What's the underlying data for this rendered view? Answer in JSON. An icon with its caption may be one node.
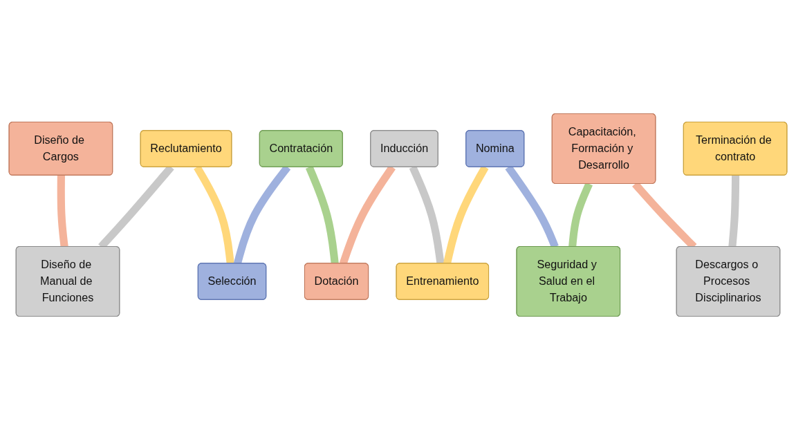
{
  "diagram": {
    "nodes": [
      {
        "text": [
          "Diseño de Cargos"
        ]
      },
      {
        "text": [
          "Diseño de Manual de Funciones"
        ]
      },
      {
        "text": [
          "Reclutamiento"
        ]
      },
      {
        "text": [
          "Selección"
        ]
      },
      {
        "text": [
          "Contratación"
        ]
      },
      {
        "text": [
          "Dotación"
        ]
      },
      {
        "text": [
          "Inducción"
        ]
      },
      {
        "text": [
          "Entrenamiento"
        ]
      },
      {
        "text": [
          "Nomina"
        ]
      },
      {
        "text": [
          "Seguridad y Salud en el Trabajo"
        ]
      },
      {
        "text": [
          "Capacitación, Formación y Desarrollo"
        ]
      },
      {
        "text": [
          "Descargos o Procesos Disciplinarios"
        ]
      },
      {
        "text": [
          "Terminación de contrato"
        ]
      }
    ],
    "edges": [
      {
        "from": 0,
        "to": 1,
        "arrow": "none",
        "color": "#f4b39a"
      },
      {
        "from": 1,
        "to": 2,
        "arrow": "none",
        "color": "#c8c8c8"
      },
      {
        "from": 2,
        "to": 3,
        "arrow": "none",
        "color": "#ffd77a"
      },
      {
        "from": 3,
        "to": 4,
        "arrow": "none",
        "color": "#9fb1de"
      },
      {
        "from": 4,
        "to": 5,
        "arrow": "none",
        "color": "#a9d18e"
      },
      {
        "from": 5,
        "to": 6,
        "arrow": "none",
        "color": "#f4b39a"
      },
      {
        "from": 6,
        "to": 7,
        "arrow": "none",
        "color": "#c8c8c8"
      },
      {
        "from": 7,
        "to": 8,
        "arrow": "none",
        "color": "#ffd77a"
      },
      {
        "from": 8,
        "to": 9,
        "arrow": "none",
        "color": "#9fb1de"
      },
      {
        "from": 9,
        "to": 10,
        "arrow": "none",
        "color": "#a9d18e"
      },
      {
        "from": 10,
        "to": 11,
        "arrow": "none",
        "color": "#f4b39a"
      },
      {
        "from": 11,
        "to": 12,
        "arrow": "none",
        "color": "#c8c8c8"
      }
    ]
  }
}
